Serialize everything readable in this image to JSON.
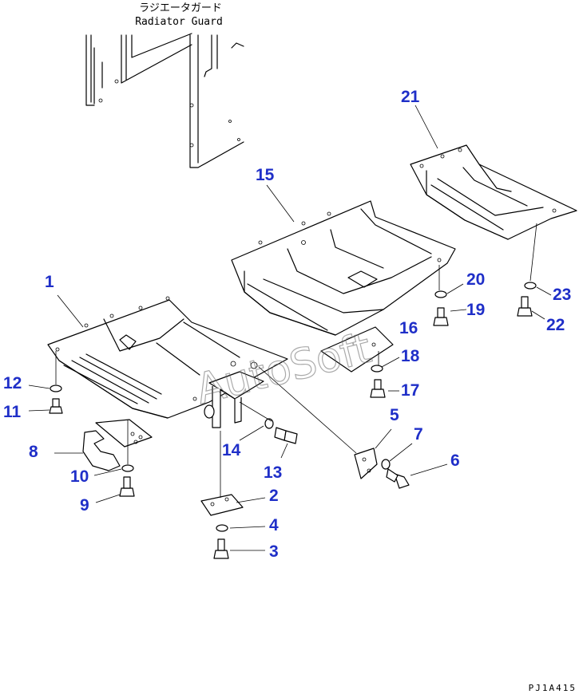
{
  "header": {
    "jp_title": "ラジエータガード",
    "en_title": "Radiator Guard"
  },
  "watermark": "AutoSoft",
  "figure_code": "PJ1A415",
  "callouts": [
    "1",
    "2",
    "3",
    "4",
    "5",
    "6",
    "7",
    "8",
    "9",
    "10",
    "11",
    "12",
    "13",
    "14",
    "15",
    "16",
    "17",
    "18",
    "19",
    "20",
    "21",
    "22",
    "23"
  ],
  "colors": {
    "callout": "#1f2fc8",
    "line": "#000000",
    "background": "#ffffff"
  }
}
